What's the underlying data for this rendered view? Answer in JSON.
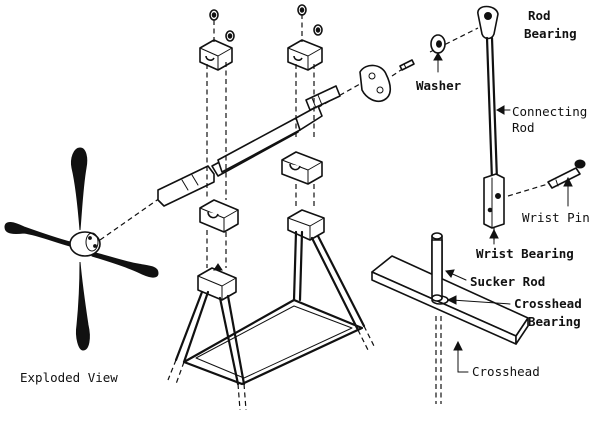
{
  "labels": {
    "rod_bearing_1": "Rod",
    "rod_bearing_2": "Bearing",
    "washer": "Washer",
    "connecting_rod_1": "Connecting",
    "connecting_rod_2": "Rod",
    "wrist_pin": "Wrist Pin",
    "wrist_bearing": "Wrist Bearing",
    "sucker_rod": "Sucker Rod",
    "crosshead_bearing_1": "Crosshead",
    "crosshead_bearing_2": "Bearing",
    "crosshead": "Crosshead",
    "exploded_view": "Exploded View"
  },
  "colors": {
    "ink": "#111111",
    "paper": "#ffffff"
  }
}
